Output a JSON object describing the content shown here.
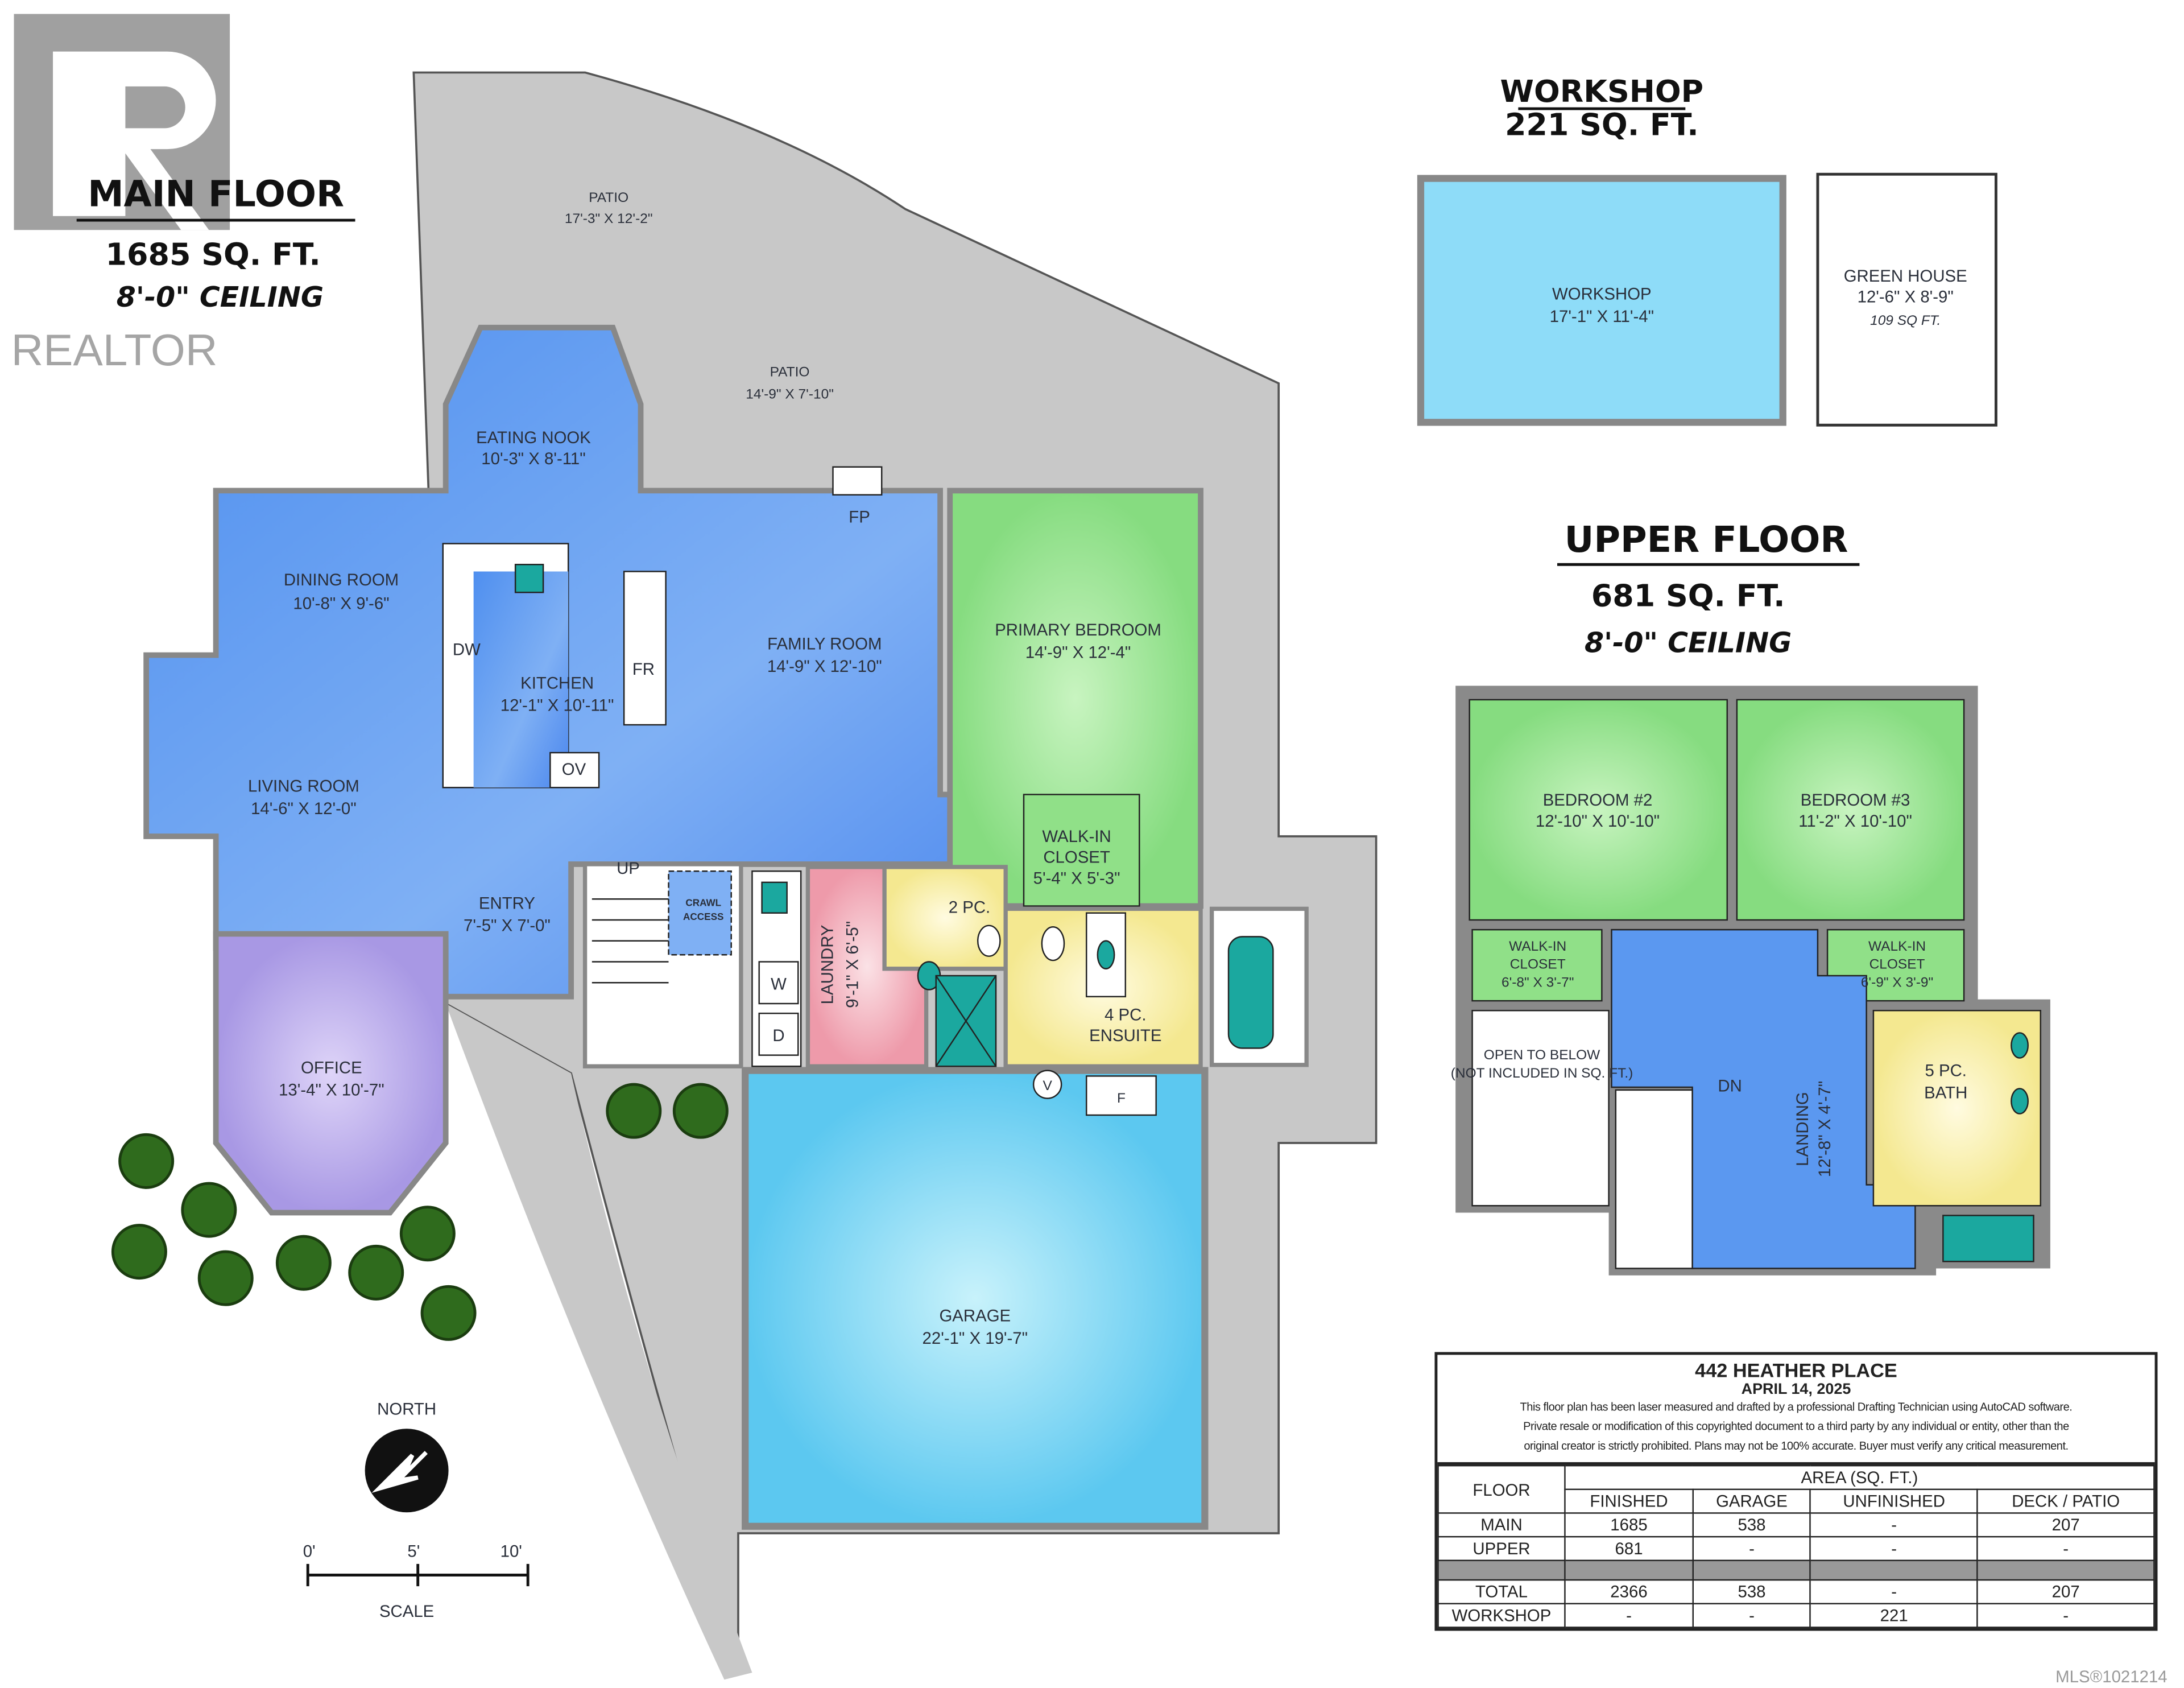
{
  "watermark": {
    "logo_text": "REALTOR",
    "colors": {
      "logo": "#9e9e9e"
    }
  },
  "main_floor": {
    "title": "MAIN FLOOR",
    "area": "1685 SQ. FT.",
    "ceiling": "8'-0\" CEILING"
  },
  "main_rooms": {
    "patio_1": {
      "name": "PATIO",
      "dims": "17'-3\" X 12'-2\""
    },
    "patio_2": {
      "name": "PATIO",
      "dims": "14'-9\" X 7'-10\""
    },
    "eating_nook": {
      "name": "EATING NOOK",
      "dims": "10'-3\" X 8'-11\""
    },
    "dining_room": {
      "name": "DINING ROOM",
      "dims": "10'-8\" X 9'-6\""
    },
    "kitchen": {
      "name": "KITCHEN",
      "dims": "12'-1\" X 10'-11\""
    },
    "family_room": {
      "name": "FAMILY ROOM",
      "dims": "14'-9\" X 12'-10\""
    },
    "primary_bedroom": {
      "name": "PRIMARY BEDROOM",
      "dims": "14'-9\" X 12'-4\""
    },
    "living_room": {
      "name": "LIVING ROOM",
      "dims": "14'-6\" X 12'-0\""
    },
    "walk_in_closet": {
      "name1": "WALK-IN",
      "name2": "CLOSET",
      "dims": "5'-4\" X 5'-3\""
    },
    "entry": {
      "name": "ENTRY",
      "dims": "7'-5\" X 7'-0\""
    },
    "laundry": {
      "name": "LAUNDRY",
      "dims": "9'-1\" X 6'-5\""
    },
    "two_pc": {
      "name": "2 PC."
    },
    "ensuite": {
      "name1": "4 PC.",
      "name2": "ENSUITE"
    },
    "office": {
      "name": "OFFICE",
      "dims": "13'-4\" X 10'-7\""
    },
    "garage": {
      "name": "GARAGE",
      "dims": "22'-1\" X 19'-7\""
    }
  },
  "fixtures": {
    "dw": "DW",
    "fr": "FR",
    "ov": "OV",
    "fp": "FP",
    "w": "W",
    "d": "D",
    "v": "V",
    "f": "F",
    "up": "UP",
    "crawl1": "CRAWL",
    "crawl2": "ACCESS",
    "dn": "DN"
  },
  "workshop": {
    "title": "WORKSHOP",
    "area": "221 SQ. FT.",
    "room_name": "WORKSHOP",
    "room_dims": "17'-1\" X 11'-4\""
  },
  "green_house": {
    "name": "GREEN HOUSE",
    "dims": "12'-6\" X 8'-9\"",
    "area": "109 SQ FT."
  },
  "upper_floor": {
    "title": "UPPER FLOOR",
    "area": "681 SQ. FT.",
    "ceiling": "8'-0\" CEILING"
  },
  "upper_rooms": {
    "bedroom_2": {
      "name": "BEDROOM #2",
      "dims": "12'-10\" X 10'-10\""
    },
    "bedroom_3": {
      "name": "BEDROOM #3",
      "dims": "11'-2\" X 10'-10\""
    },
    "closet_a": {
      "name1": "WALK-IN",
      "name2": "CLOSET",
      "dims": "6'-8\" X 3'-7\""
    },
    "closet_b": {
      "name1": "WALK-IN",
      "name2": "CLOSET",
      "dims": "6'-9\" X 3'-9\""
    },
    "open_below": {
      "line1": "OPEN TO BELOW",
      "line2": "(NOT INCLUDED IN SQ. FT.)"
    },
    "landing": {
      "name": "LANDING",
      "dims": "12'-8\" X 4'-7\""
    },
    "bath": {
      "name1": "5 PC.",
      "name2": "BATH"
    }
  },
  "compass": {
    "label": "NORTH"
  },
  "scale": {
    "ticks": [
      "0'",
      "5'",
      "10'"
    ],
    "label": "SCALE"
  },
  "info_table": {
    "address": "442 HEATHER PLACE",
    "date": "APRIL 14, 2025",
    "disclaimer": [
      "This floor plan has been laser measured and drafted by a professional Drafting Technician using AutoCAD software.",
      "Private resale or modification of this copyrighted document to a third party by any individual or entity, other than the",
      "original creator is strictly prohibited. Plans may not be 100% accurate.  Buyer must verify any critical measurement."
    ],
    "floor_header": "FLOOR",
    "area_header": "AREA (SQ. FT.)",
    "columns": [
      "FINISHED",
      "GARAGE",
      "UNFINISHED",
      "DECK / PATIO"
    ],
    "rows": [
      {
        "floor": "MAIN",
        "values": [
          "1685",
          "538",
          "-",
          "207"
        ]
      },
      {
        "floor": "UPPER",
        "values": [
          "681",
          "-",
          "-",
          "-"
        ]
      },
      {
        "floor": "TOTAL",
        "values": [
          "2366",
          "538",
          "-",
          "207"
        ]
      },
      {
        "floor": "WORKSHOP",
        "values": [
          "-",
          "-",
          "221",
          "-"
        ]
      }
    ]
  },
  "mls": "MLS®1021214",
  "colors": {
    "patio": "#c8c8c8",
    "wall": "#8a8a8a",
    "living": "#5b98f0",
    "bedroom": "#8fe08f",
    "garage": "#7fd4f4",
    "office": "#b7a6ea",
    "laundry": "#f2aab7",
    "bath": "#f8f0a8",
    "fixture": "#1ba89f",
    "tree": "#2f6b1d"
  }
}
